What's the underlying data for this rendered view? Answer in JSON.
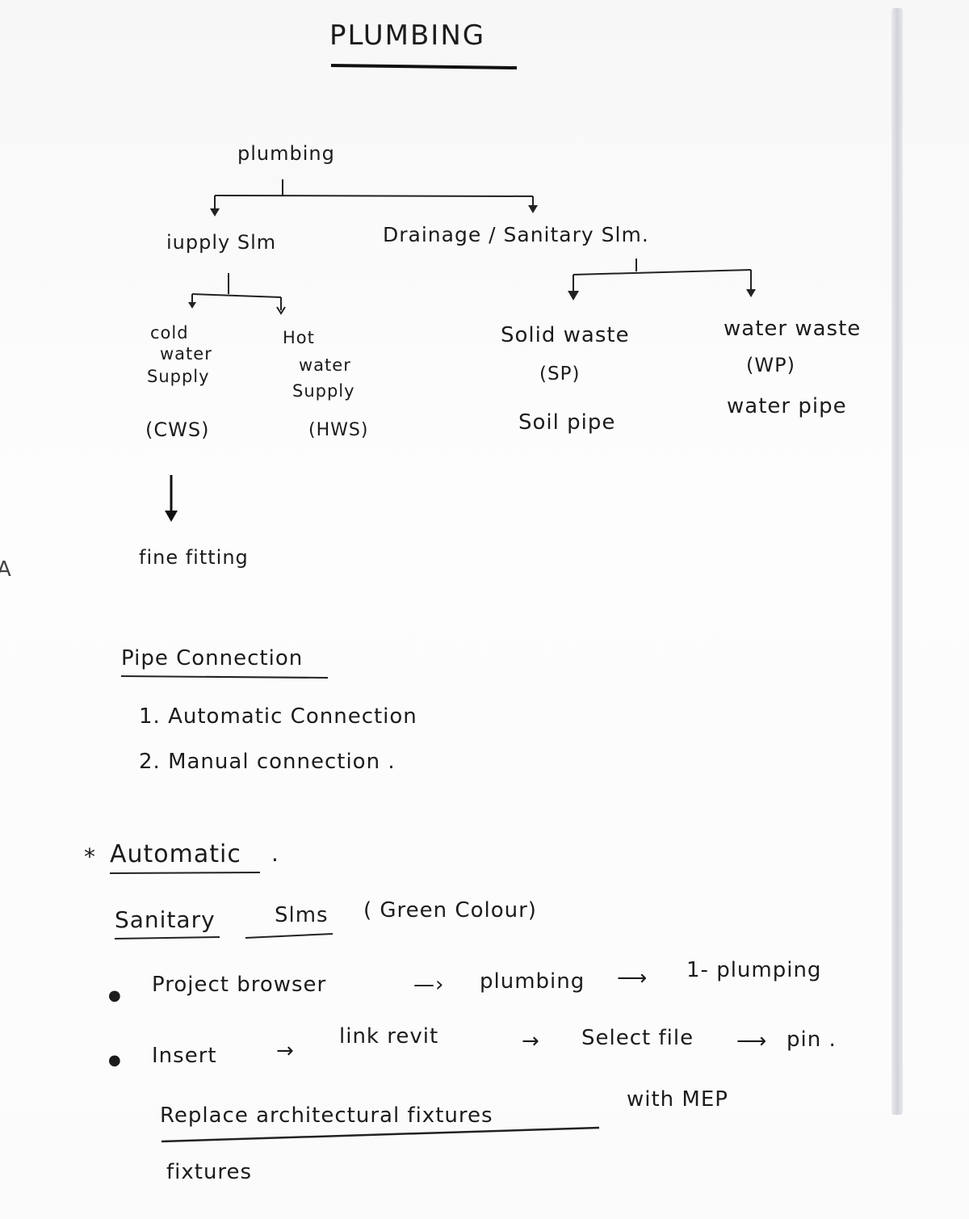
{
  "title": "PLUMBING",
  "tree": {
    "root": "plumbing",
    "branches": [
      {
        "label": "iupply Slm",
        "children": [
          {
            "lines": [
              "cold",
              "water",
              "Supply"
            ],
            "abbr": "(CWS)",
            "next": "fine fitting"
          },
          {
            "lines": [
              "Hot",
              "water",
              "Supply"
            ],
            "abbr": "(HWS)"
          }
        ]
      },
      {
        "label": "Drainage / Sanitary Slm.",
        "children": [
          {
            "lines": [
              "Solid waste"
            ],
            "abbr": "(SP)",
            "note": "Soil pipe"
          },
          {
            "lines": [
              "water waste"
            ],
            "abbr": "(WP)",
            "note": "water pipe"
          }
        ]
      }
    ]
  },
  "pipe_connection": {
    "heading": "Pipe Connection",
    "items": [
      "1. Automatic Connection",
      "2. Manual connection ."
    ]
  },
  "automatic": {
    "heading_star": "*",
    "heading": "Automatic",
    "heading_dot": ".",
    "sanitary_a": "Sanitary",
    "sanitary_b": "Slms",
    "sanitary_note": "( Green Colour)",
    "bullets": [
      {
        "parts": [
          "Project browser",
          "—›",
          "plumbing",
          "⟶",
          "1- plumping"
        ]
      },
      {
        "parts": [
          "Insert",
          "→",
          "link revit",
          "→",
          "Select file",
          "⟶",
          "pin ."
        ]
      }
    ],
    "replace_a": "Replace architectural fixtures",
    "replace_b": "with MEP",
    "replace_c": "fixtures"
  }
}
